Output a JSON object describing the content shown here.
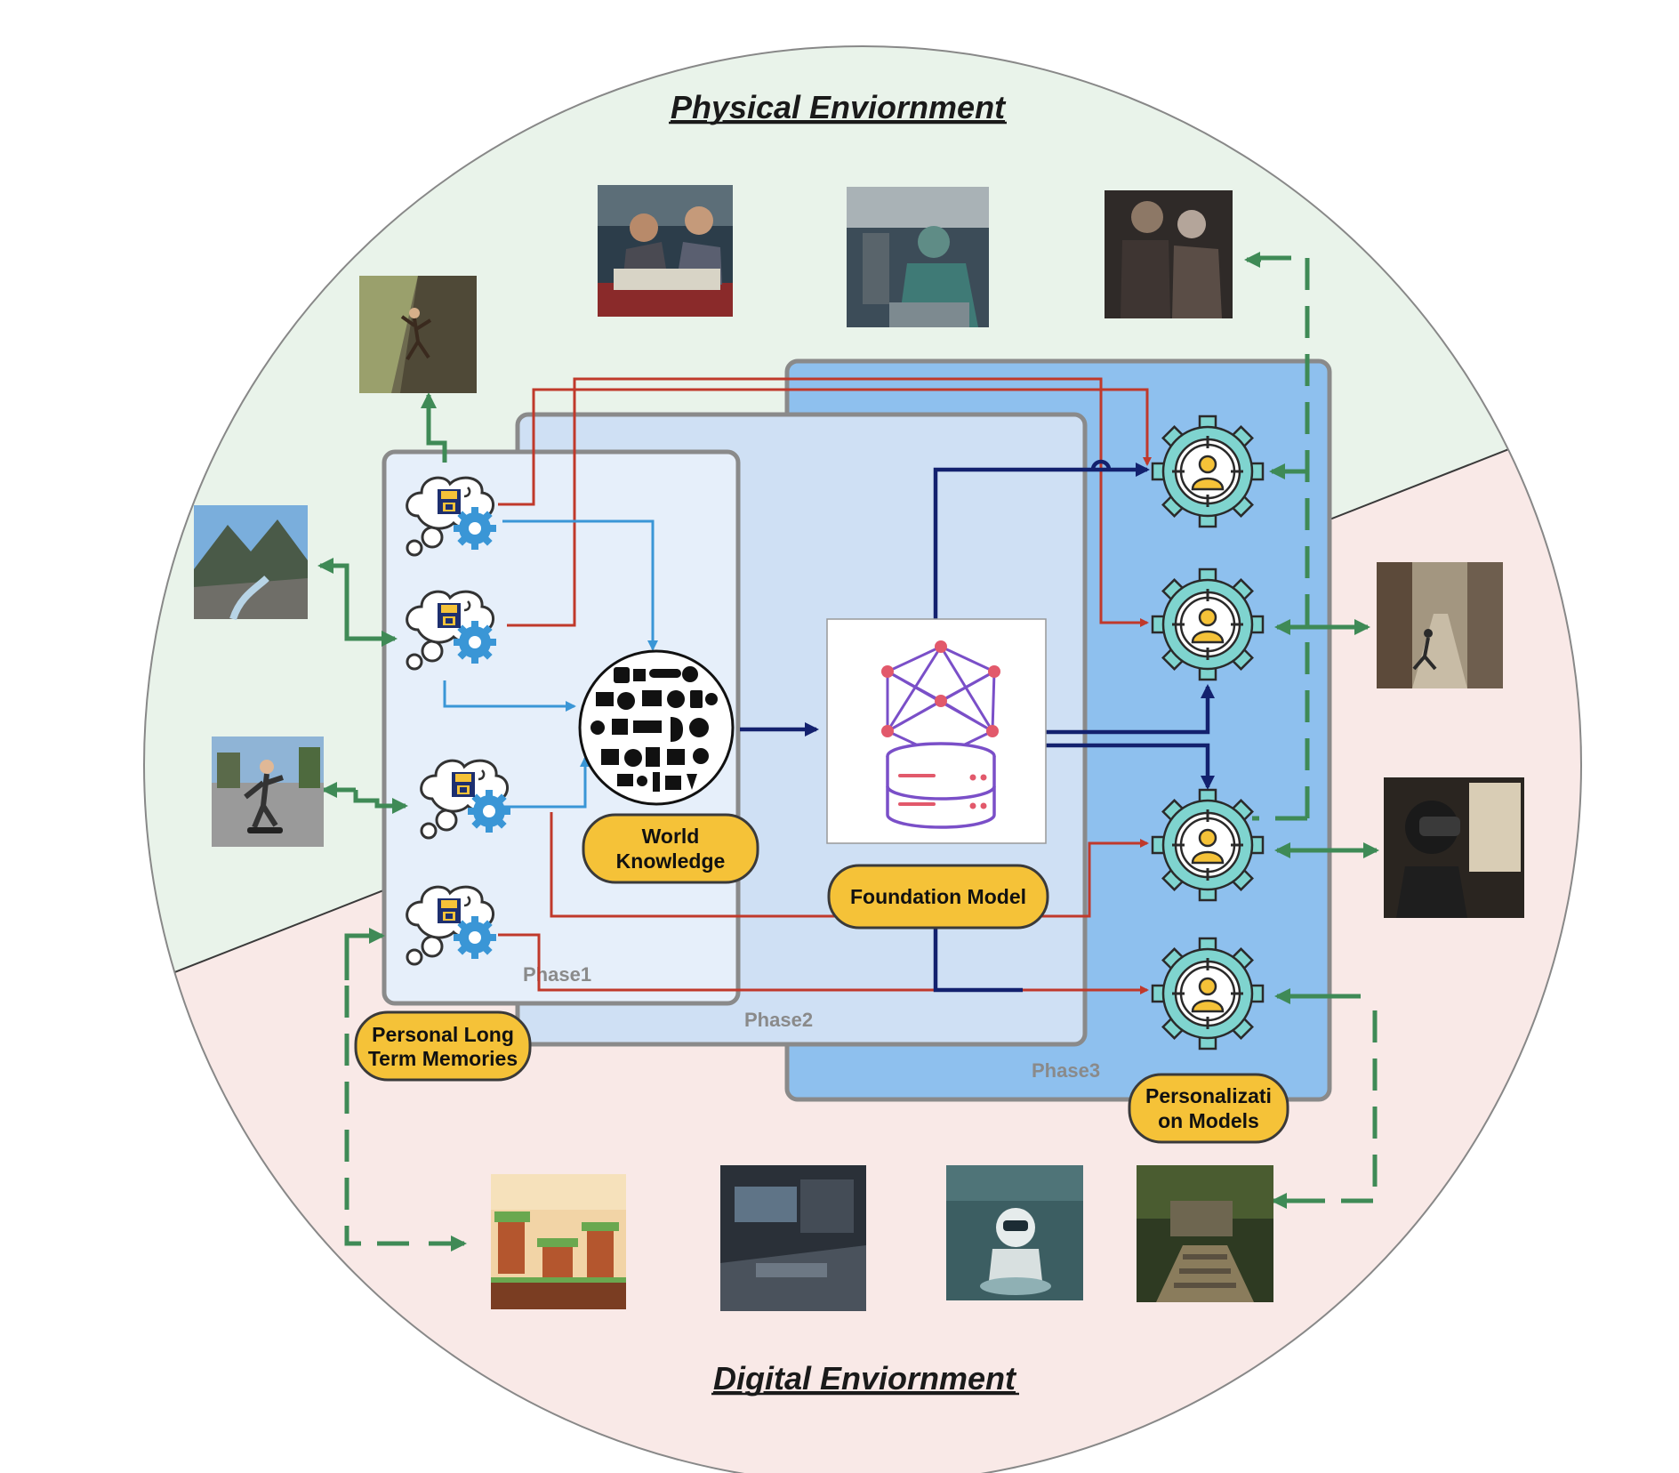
{
  "environments": {
    "physical_title": "Physical Enviornment",
    "digital_title": "Digital Enviornment"
  },
  "phases": {
    "phase1": "Phase1",
    "phase2": "Phase2",
    "phase3": "Phase3"
  },
  "labels": {
    "personal_memories": [
      "Personal Long",
      "Term Memories"
    ],
    "world_knowledge": [
      "World",
      "Knowledge"
    ],
    "foundation_model": "Foundation Model",
    "personalization_models": [
      "Personalizati",
      "on Models"
    ]
  },
  "colors": {
    "physical_bg": "#e9f3ea",
    "digital_bg": "#f9e9e7",
    "phase1_bg": "#e6effa",
    "phase2_bg": "#cfe0f4",
    "phase3_bg": "#8ec0ee",
    "pill": "#f5c238",
    "red_arrow": "#c0392b",
    "light_blue_arrow": "#3a96d6",
    "navy_arrow": "#13216e",
    "green_arrow": "#3f8a56"
  },
  "icons": {
    "memory": "brain-gear-icon",
    "world_knowledge": "knowledge-globe-icon",
    "foundation_model": "neural-network-database-icon",
    "personalization": "user-gear-target-icon"
  },
  "images": {
    "physical": [
      "rock-climber-photo",
      "men-reading-newspaper-photo",
      "surgeon-photo",
      "elderly-couple-photo",
      "mountain-river-photo",
      "skateboarder-photo",
      "ruined-city-photo",
      "vr-headset-photo"
    ],
    "digital": [
      "pixel-platformer-game-image",
      "spaceship-interior-image",
      "robot-lab-image",
      "jungle-ruins-image"
    ]
  }
}
